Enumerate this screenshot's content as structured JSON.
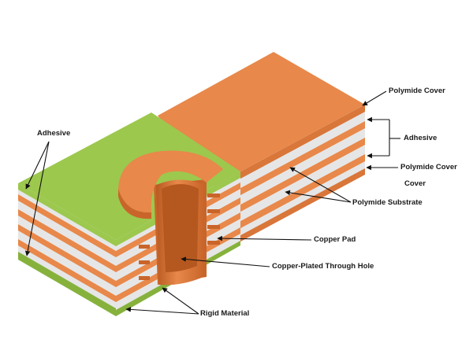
{
  "labels": {
    "polymide_cover_top": "Polymide Cover",
    "adhesive_right": "Adhesive",
    "polymide_cover_mid": "Polymide Cover",
    "cover": "Cover",
    "polymide_substrate": "Polymide Substrate",
    "copper_pad": "Copper Pad",
    "through_hole": "Copper-Plated Through Hole",
    "rigid_material": "Rigid Material",
    "adhesive_left": "Adhesive"
  },
  "colors": {
    "copper": "#e8884a",
    "copper_dark": "#c9652a",
    "copper_deep": "#a9501c",
    "substrate": "#e6e6e6",
    "substrate_shadow": "#cfcfcf",
    "rigid_green": "#9cc84e",
    "rigid_green_dark": "#86b23c",
    "arrow": "#111111"
  }
}
